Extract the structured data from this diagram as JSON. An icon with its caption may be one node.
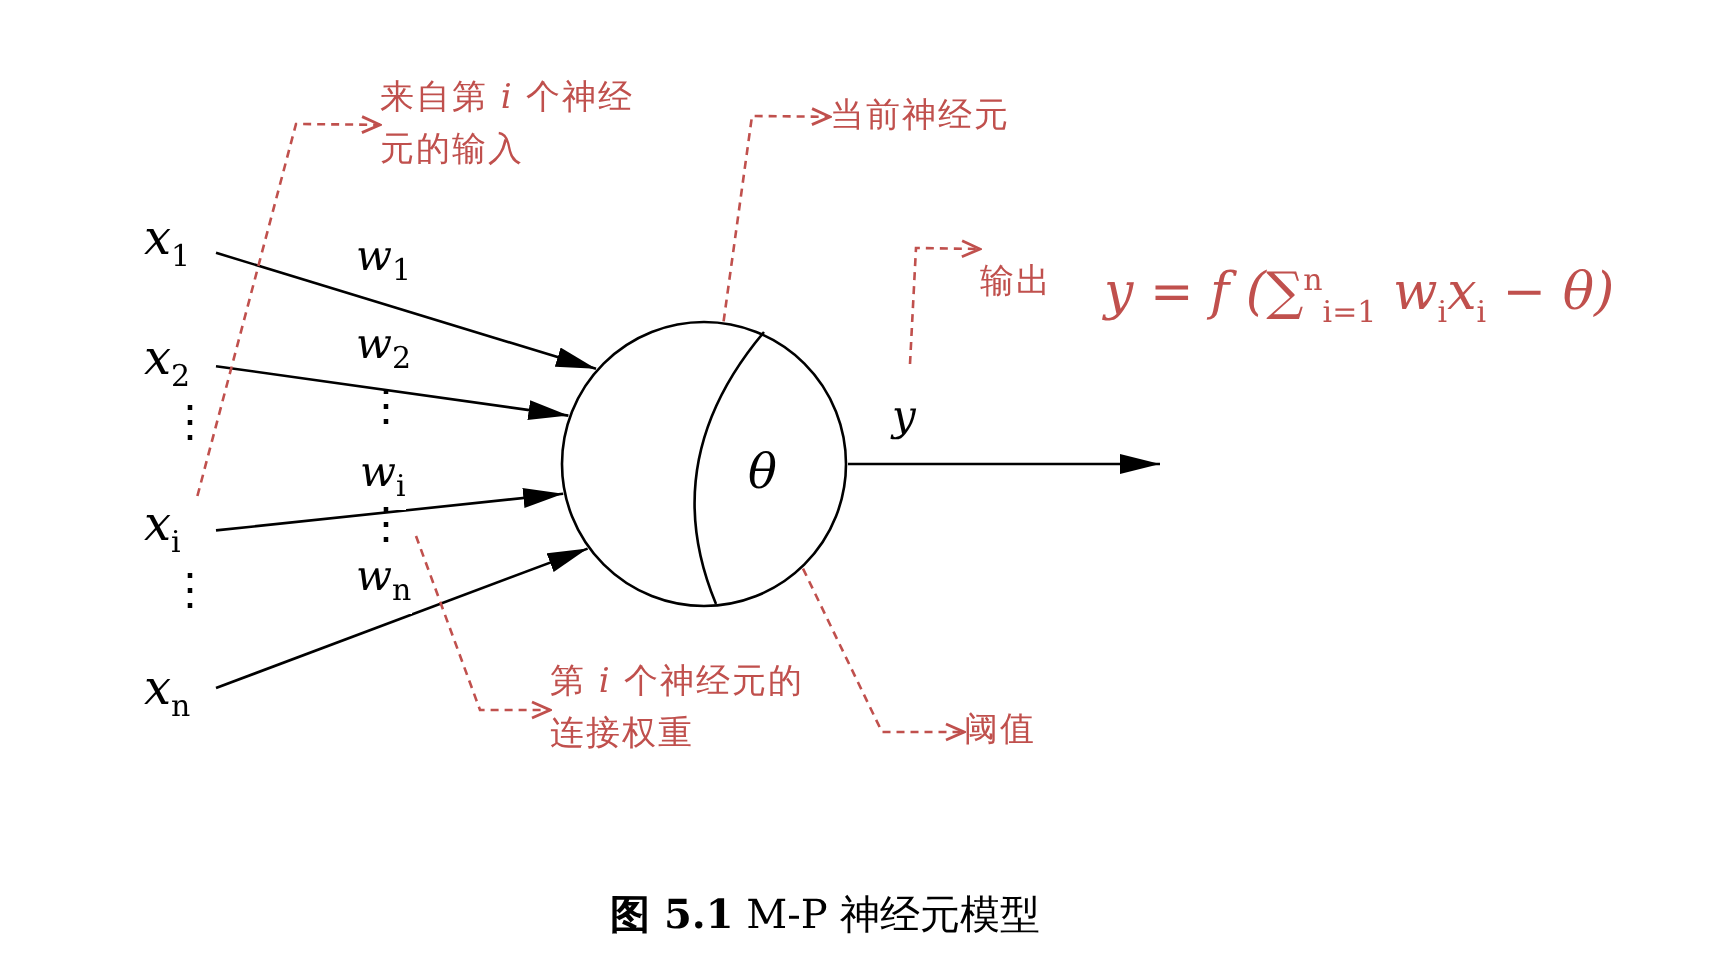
{
  "diagram": {
    "caption": "**图 5.1** M-P 神经元模型",
    "nodes": [
      {
        "text": [
          "x$_{1}$"
        ]
      },
      {
        "text": [
          "x$_{2}$"
        ]
      },
      {
        "text": [
          "x$_{i}$"
        ]
      },
      {
        "text": [
          "x$_{n}$"
        ]
      },
      {
        "text": [
          "θ"
        ]
      },
      {
        "text": [
          "来自第 *i* 个神经元的输入"
        ]
      },
      {
        "text": [
          "当前神经元"
        ]
      },
      {
        "text": [
          "输出",
          "*y* = *f* (∑$^{n}$$_{i=1}$ *w*$_{i}$*x*$_{i}$ − *θ*)"
        ]
      },
      {
        "text": [
          "第 *i* 个神经元的连接权重"
        ]
      },
      {
        "text": [
          "阈值"
        ]
      }
    ],
    "edges": [
      {
        "from": 0,
        "to": 4,
        "arrow": "to",
        "label": "w$_{1}$"
      },
      {
        "from": 1,
        "to": 4,
        "arrow": "to",
        "label": "w$_{2}$"
      },
      {
        "from": 2,
        "to": 4,
        "arrow": "to",
        "label": "w$_{i}$"
      },
      {
        "from": 3,
        "to": 4,
        "arrow": "to",
        "label": "w$_{n}$"
      },
      {
        "from": 4,
        "to": null,
        "arrow": "to",
        "label": "y"
      },
      {
        "from": 2,
        "to": 5,
        "arrow": "to",
        "style": "dashed",
        "color": "#c0504d"
      },
      {
        "from": 4,
        "to": 6,
        "arrow": "to",
        "style": "dashed",
        "color": "#c0504d"
      },
      {
        "from": null,
        "to": 7,
        "arrow": "to",
        "style": "dashed",
        "color": "#c0504d"
      },
      {
        "from": null,
        "to": 8,
        "arrow": "to",
        "style": "dashed",
        "color": "#c0504d"
      },
      {
        "from": 4,
        "to": 9,
        "arrow": "to",
        "style": "dashed",
        "color": "#c0504d"
      }
    ],
    "labels": [
      "⋮",
      "⋮",
      "⋮",
      "⋮"
    ]
  }
}
